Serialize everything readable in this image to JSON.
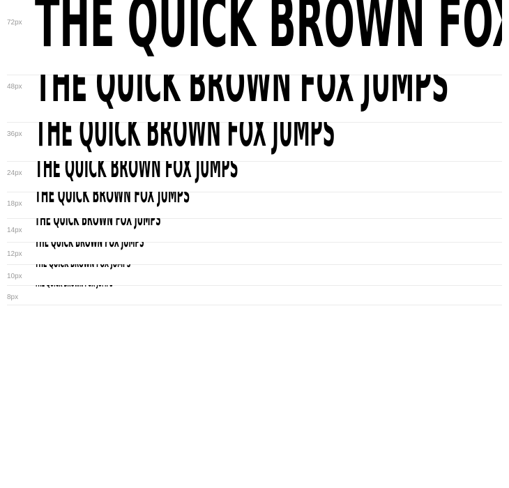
{
  "specimen": {
    "sample_text": "THE QUICK BROWN FOX JUMPS",
    "text_color": "#000000",
    "label_color": "#9a9a9a",
    "divider_color": "#ebebeb",
    "rows": [
      {
        "size_label": "72px"
      },
      {
        "size_label": "48px"
      },
      {
        "size_label": "36px"
      },
      {
        "size_label": "24px"
      },
      {
        "size_label": "18px"
      },
      {
        "size_label": "14px"
      },
      {
        "size_label": "12px"
      },
      {
        "size_label": "10px"
      },
      {
        "size_label": "8px"
      }
    ]
  }
}
